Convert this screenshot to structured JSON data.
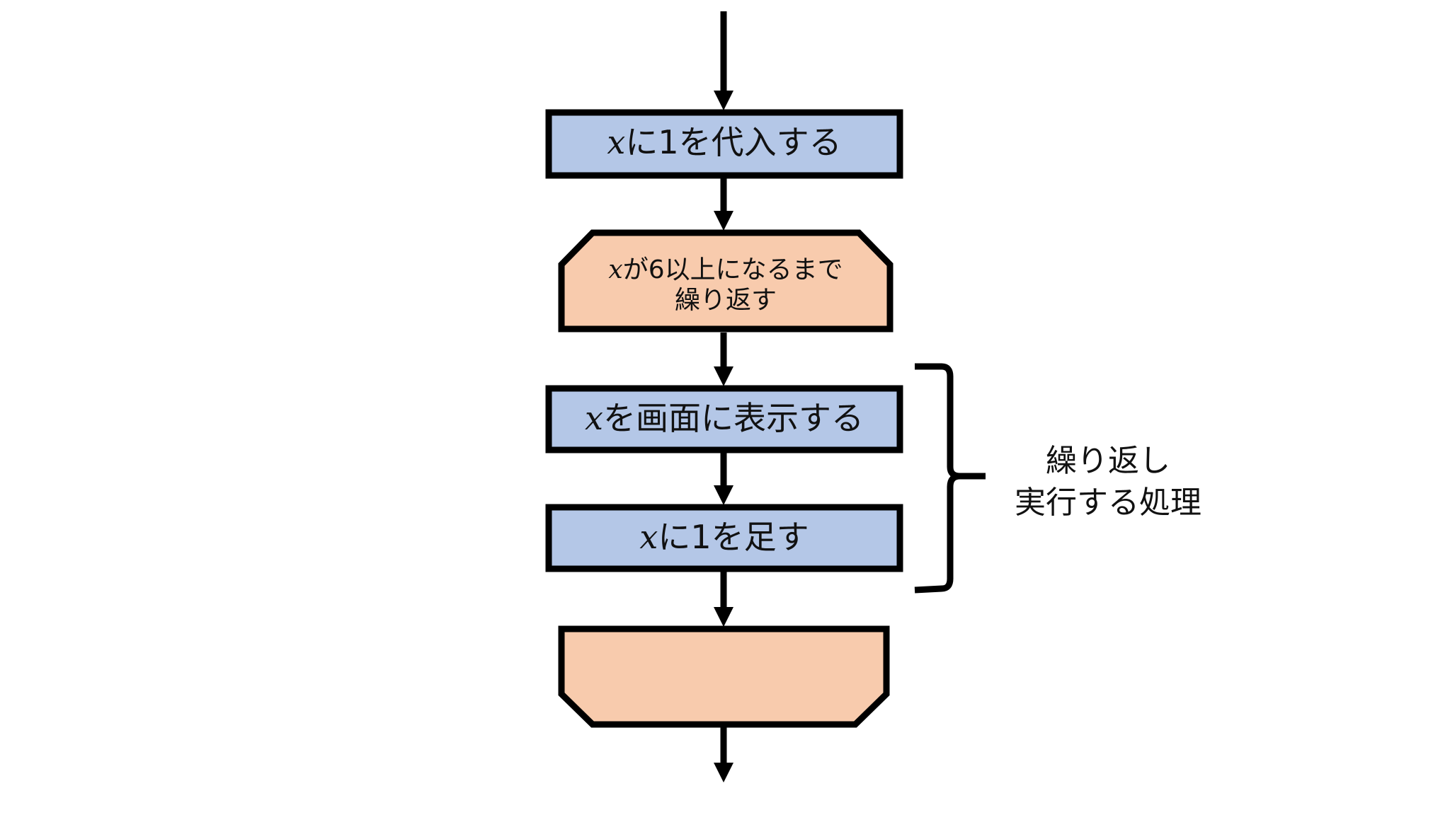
{
  "diagram": {
    "type": "flowchart",
    "colors": {
      "process_fill": "#B4C7E7",
      "loop_fill": "#F8CBAD",
      "stroke": "#000000",
      "background": "#FFFFFF"
    },
    "nodes": [
      {
        "id": "assign",
        "kind": "process",
        "var": "x",
        "text": "に1を代入する"
      },
      {
        "id": "loop_start",
        "kind": "loop-start",
        "var": "x",
        "text_line1": "が6以上になるまで",
        "text_line2": "繰り返す"
      },
      {
        "id": "display",
        "kind": "process",
        "var": "x",
        "text": "を画面に表示する"
      },
      {
        "id": "increment",
        "kind": "process",
        "var": "x",
        "text": "に1を足す"
      },
      {
        "id": "loop_end",
        "kind": "loop-end",
        "text": ""
      }
    ],
    "edges": [
      {
        "from": "start",
        "to": "assign"
      },
      {
        "from": "assign",
        "to": "loop_start"
      },
      {
        "from": "loop_start",
        "to": "display"
      },
      {
        "from": "display",
        "to": "increment"
      },
      {
        "from": "increment",
        "to": "loop_end"
      },
      {
        "from": "loop_end",
        "to": "end"
      }
    ],
    "brace_annotation": {
      "spans": [
        "display",
        "increment"
      ],
      "line1": "繰り返し",
      "line2": "実行する処理"
    }
  }
}
